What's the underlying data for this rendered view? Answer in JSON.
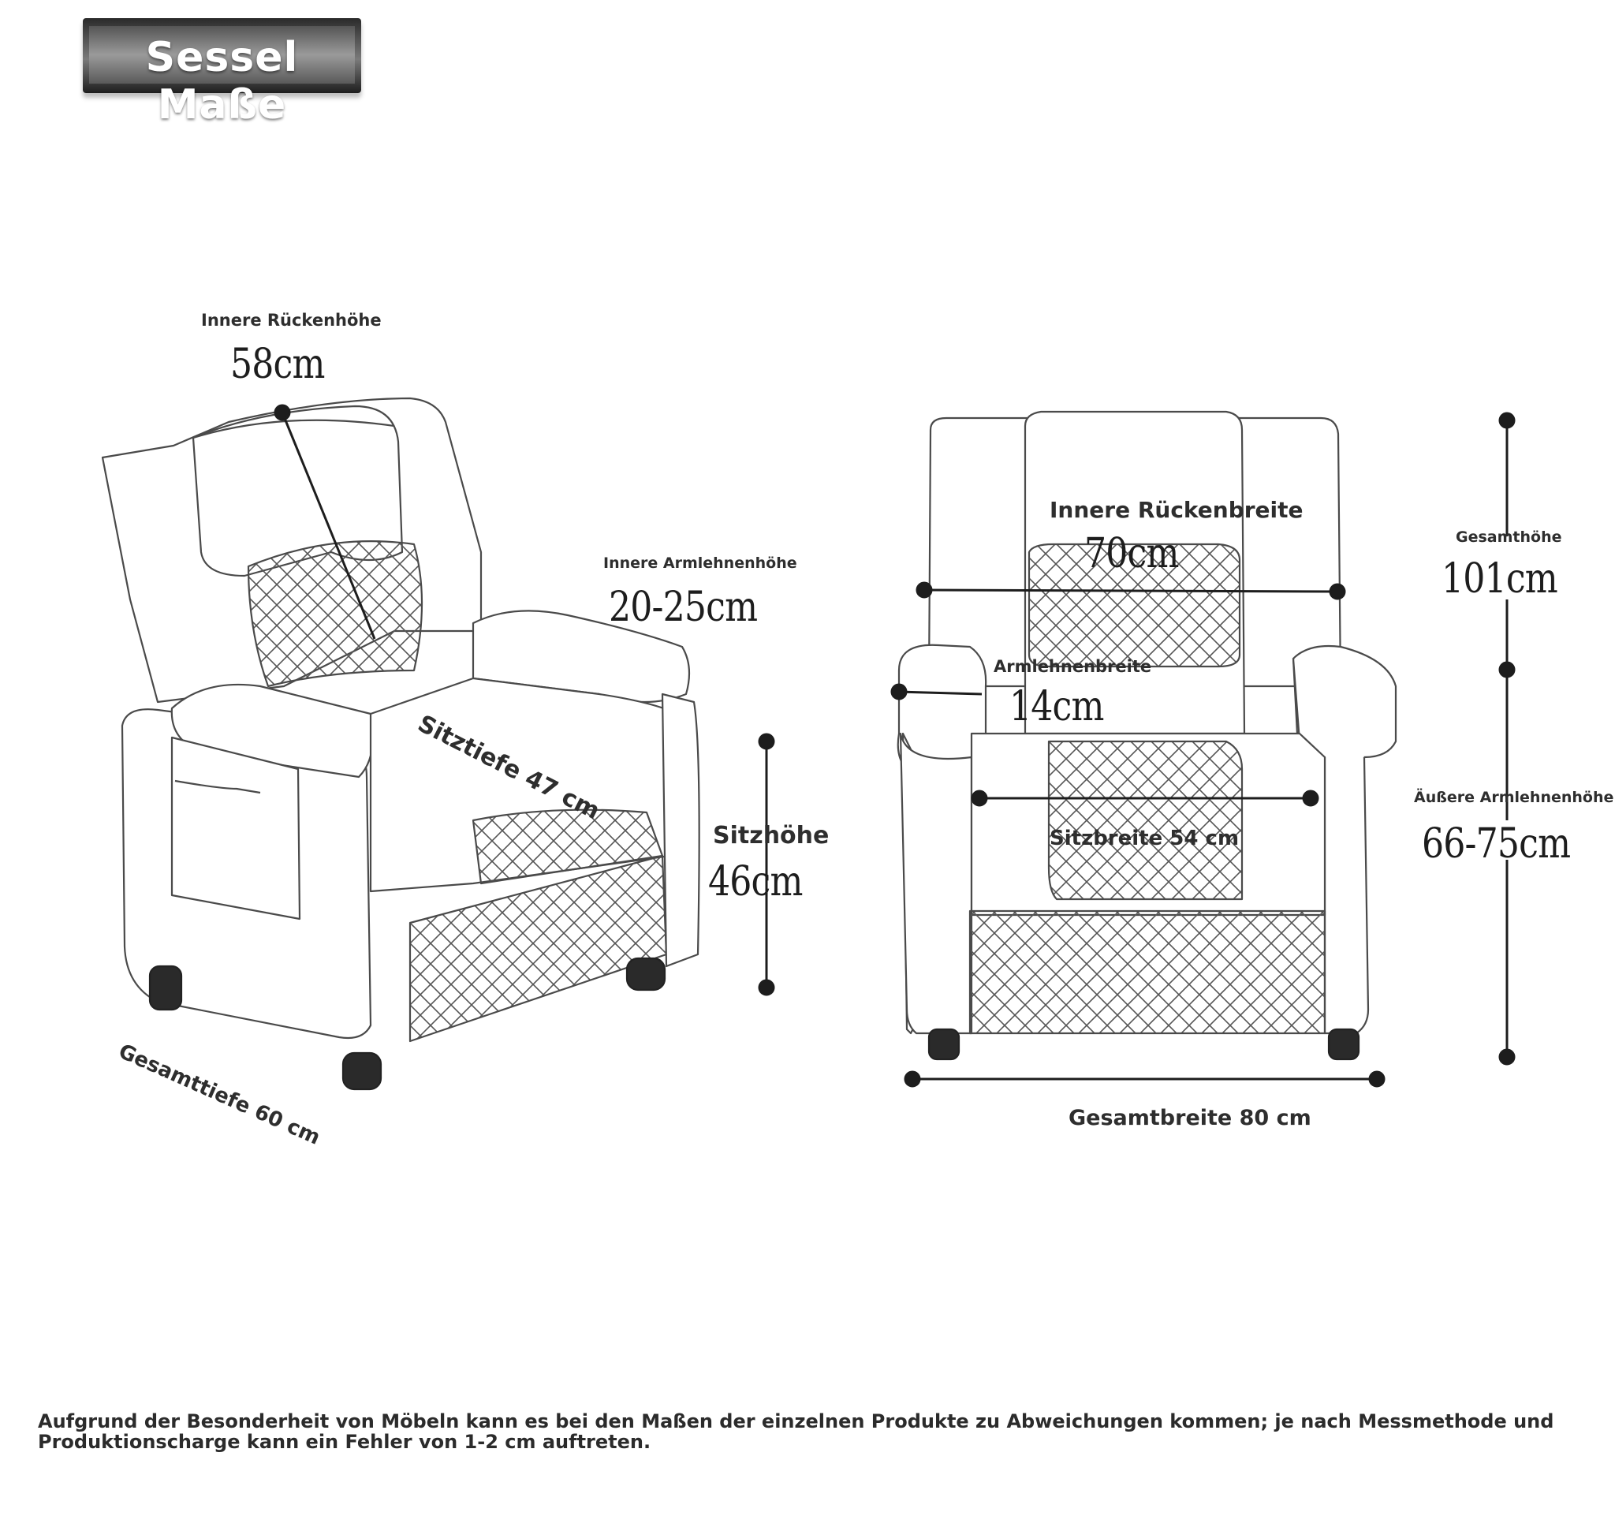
{
  "title": "Sessel Maße",
  "side_view": {
    "inner_back_height": {
      "label": "Innere Rückenhöhe",
      "value": "58cm"
    },
    "inner_armrest_height": {
      "label": "Innere Armlehnenhöhe",
      "value": "20-25cm"
    },
    "seat_depth": {
      "label": "Sitztiefe 47 cm"
    },
    "seat_height": {
      "label": "Sitzhöhe",
      "value": "46cm"
    },
    "total_depth": {
      "label": "Gesamttiefe 60 cm"
    }
  },
  "front_view": {
    "inner_back_width": {
      "label": "Innere Rückenbreite",
      "value": "70cm"
    },
    "armrest_width": {
      "label": "Armlehnenbreite",
      "value": "14cm"
    },
    "seat_width": {
      "label": "Sitzbreite 54 cm"
    },
    "total_width": {
      "label": "Gesamtbreite 80 cm"
    },
    "total_height": {
      "label": "Gesamthöhe",
      "value": "101cm"
    },
    "outer_armrest_height": {
      "label": "Äußere Armlehnenhöhe",
      "value": "66-75cm"
    }
  },
  "footnote": "Aufgrund der Besonderheit von Möbeln kann es bei den Maßen der einzelnen Produkte zu Abweichungen kommen; je nach Messmethode und Produktionscharge kann ein Fehler von 1-2 cm auftreten."
}
